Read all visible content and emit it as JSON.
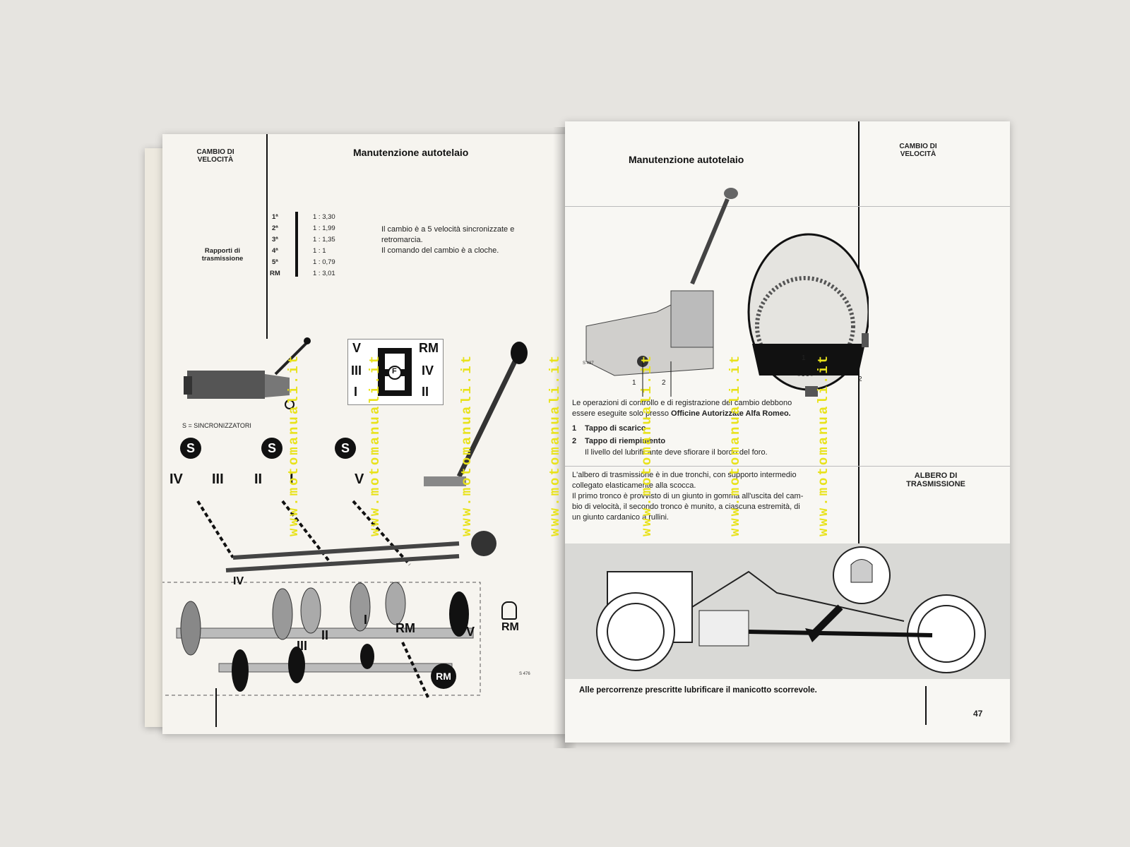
{
  "left_page": {
    "section": "CAMBIO DI\nVELOCITÀ",
    "title": "Manutenzione autotelaio",
    "ratios_label": "Rapporti di\ntrasmissione",
    "ratios": [
      {
        "gear": "1ª",
        "ratio": "1 : 3,30"
      },
      {
        "gear": "2ª",
        "ratio": "1 : 1,99"
      },
      {
        "gear": "3ª",
        "ratio": "1 : 1,35"
      },
      {
        "gear": "4ª",
        "ratio": "1 : 1"
      },
      {
        "gear": "5ª",
        "ratio": "1 : 0,79"
      },
      {
        "gear": "RM",
        "ratio": "1 : 3,01"
      }
    ],
    "description": "Il cambio è a 5 velocità sincronizzate e\nretromarcia.\nIl comando del cambio è a cloche.",
    "sync_caption": "S = SINCRONIZZATORI",
    "shift_pattern": {
      "v": "V",
      "rm": "RM",
      "iii": "III",
      "iv": "IV",
      "i": "I",
      "ii": "II",
      "f": "F"
    },
    "synchros": [
      {
        "s": "S",
        "left": "IV",
        "right": "III"
      },
      {
        "s": "S",
        "left": "II",
        "right": "I"
      },
      {
        "s": "S",
        "left": "V",
        "right": ""
      }
    ],
    "gear_labels": {
      "iv": "IV",
      "iii": "III",
      "ii": "II",
      "i": "I",
      "rm": "RM",
      "v": "V"
    },
    "rm_circle": "RM",
    "rm_lamp": "RM",
    "fig_code": "S 476"
  },
  "right_page": {
    "title": "Manutenzione autotelaio",
    "section": "CAMBIO DI\nVELOCITÀ",
    "callouts": [
      "1",
      "2",
      "1",
      "2"
    ],
    "fig_code": "S 487",
    "ops_text_1": "Le operazioni di controllo e di registrazione del cambio debbono",
    "ops_text_2a": "essere eseguite solo presso ",
    "ops_text_2b": "Officine Autorizzate Alfa Romeo.",
    "items": [
      {
        "num": "1",
        "label": "Tappo di scarico"
      },
      {
        "num": "2",
        "label": "Tappo di riempimento"
      }
    ],
    "item_note": "Il livello del lubrificante deve sfiorare il bordo del foro.",
    "section2": "ALBERO DI\nTRASMISSIONE",
    "shaft_text": "L'albero di trasmissione è in due tronchi, con supporto intermedio\ncollegato elasticamente alla scocca.\nIl primo tronco è provvisto di un giunto in gomma all'uscita del cam-\nbio di velocità, il secondo tronco è munito, a ciascuna estremità, di\nun giunto cardanico a rullini.",
    "caption": "Alle percorrenze prescritte lubrificare il manicotto scorrevole.",
    "page_number": "47"
  },
  "watermark": "www.motomanuali.it",
  "colors": {
    "paper": "#f6f4ef",
    "ink": "#111111",
    "watermark": "#e8e21a",
    "panel": "#d9d9d6"
  }
}
